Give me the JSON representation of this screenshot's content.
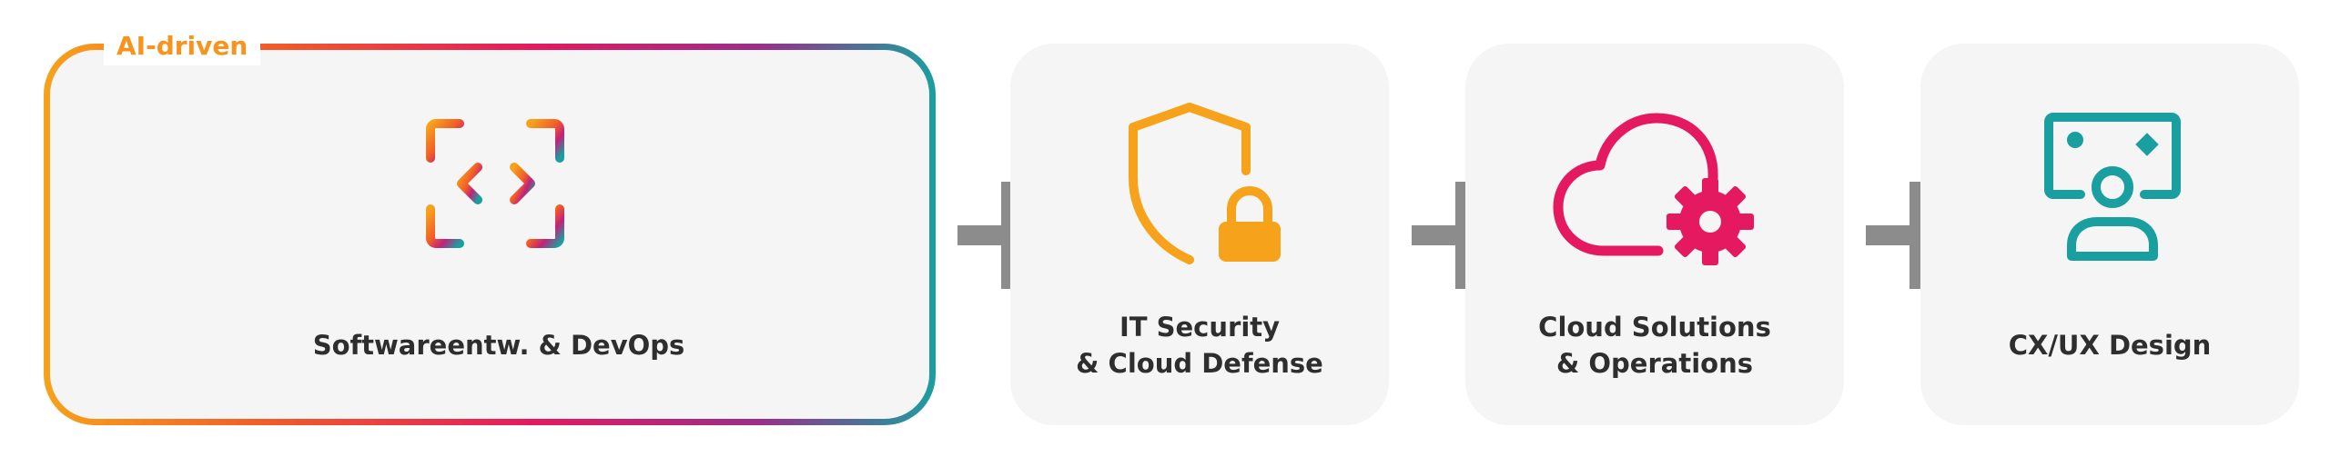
{
  "badge": {
    "text": "AI-driven",
    "color": "#f7941d"
  },
  "cards": [
    {
      "id": "softwareentw",
      "label": "Softwareentw. & DevOps",
      "icon": "code-brackets-icon"
    },
    {
      "id": "it-security",
      "label_line1": "IT Security",
      "label_line2": "& Cloud Defense",
      "icon": "shield-lock-icon",
      "color": "#f7a21b"
    },
    {
      "id": "cloud-solutions",
      "label_line1": "Cloud Solutions",
      "label_line2": "& Operations",
      "icon": "cloud-gear-icon",
      "color": "#e5195f"
    },
    {
      "id": "cx-ux",
      "label": "CX/UX Design",
      "icon": "user-screen-icon",
      "color": "#1a9fa0"
    }
  ],
  "connector": {
    "icon": "plus-icon",
    "color": "#8c8c8c"
  },
  "colors": {
    "card_bg": "#f5f5f5",
    "text": "#2e2e2e",
    "gradient": [
      "#f7a21b",
      "#f25c28",
      "#e5195f",
      "#9b2e8a",
      "#1a9fa0"
    ]
  }
}
